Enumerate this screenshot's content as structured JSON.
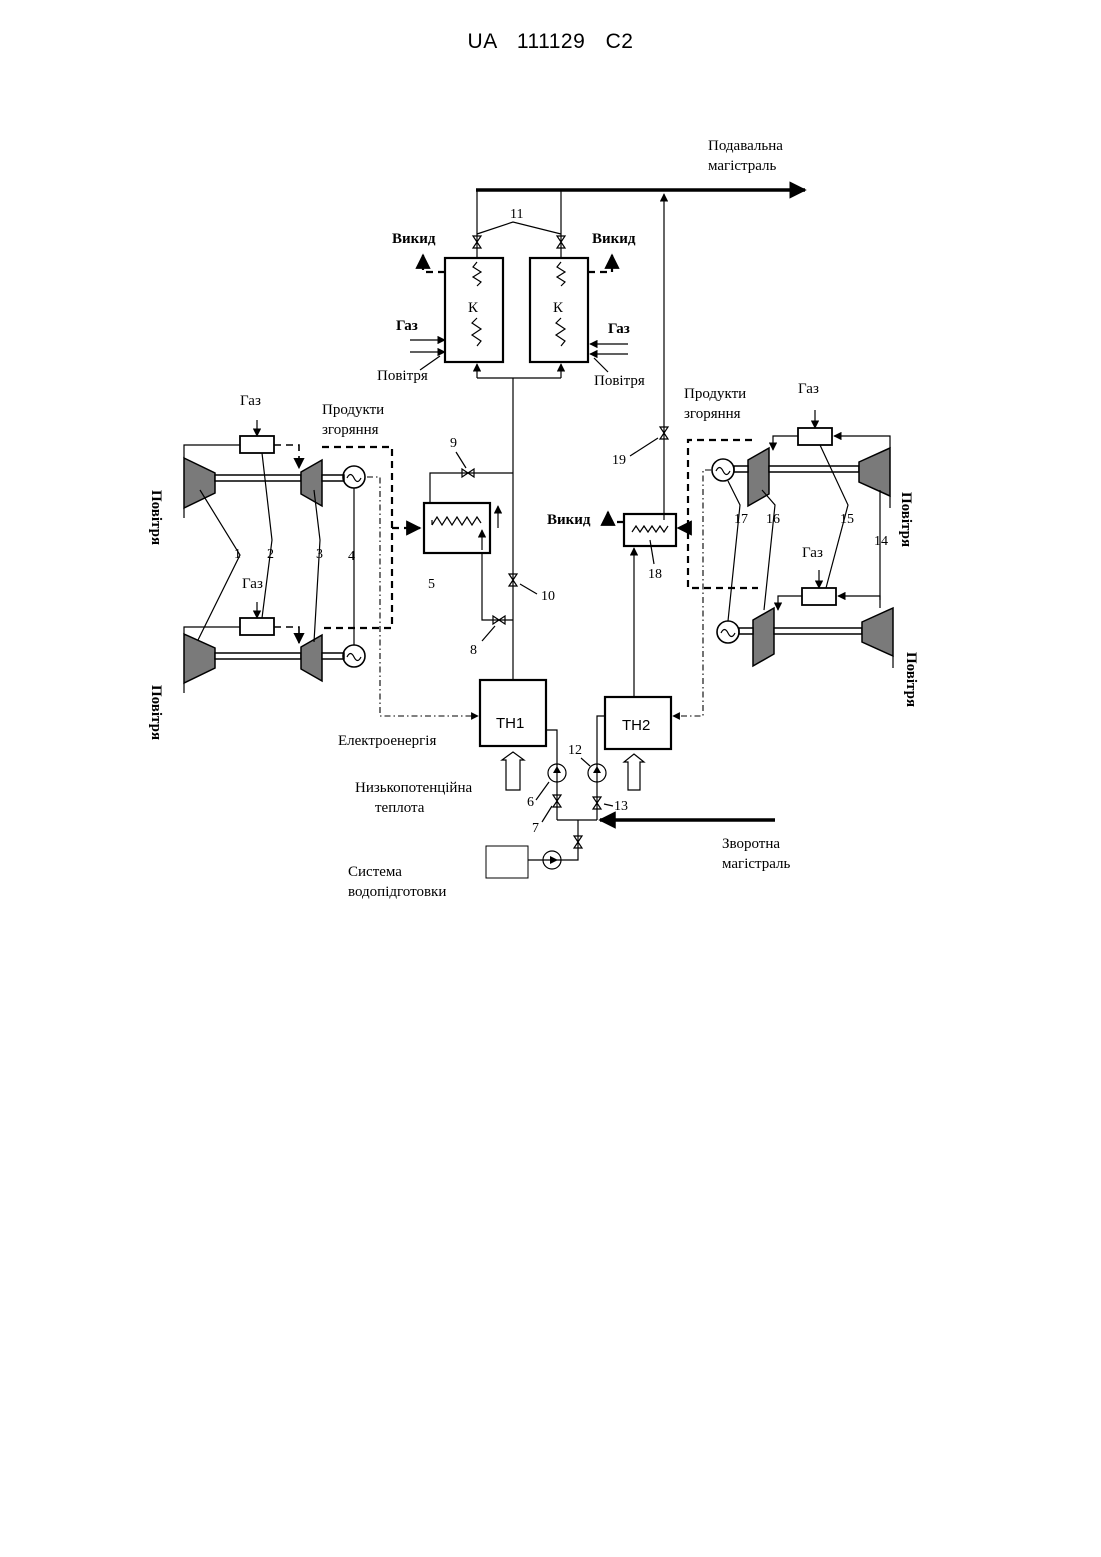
{
  "document": {
    "patent_number": "UA   111129   C2"
  },
  "diagram": {
    "labels": {
      "supply_line": [
        "Подавальна",
        "магістраль"
      ],
      "return_line": [
        "Зворотна",
        "магістраль"
      ],
      "exhaust": "Викид",
      "gas": "Газ",
      "air": "Повітря",
      "combustion_products": [
        "Продукти",
        "згоряння"
      ],
      "boiler": "К",
      "heat_pump_1": "ТН1",
      "heat_pump_2": "ТН2",
      "electricity": "Електроенергія",
      "low_potential_heat": [
        "Низькопотенційна",
        "теплота"
      ],
      "water_treatment": [
        "Система",
        "водопідготовки"
      ]
    },
    "numbers": [
      "1",
      "2",
      "3",
      "4",
      "5",
      "6",
      "7",
      "8",
      "9",
      "10",
      "11",
      "12",
      "13",
      "14",
      "15",
      "16",
      "17",
      "18",
      "19"
    ]
  }
}
